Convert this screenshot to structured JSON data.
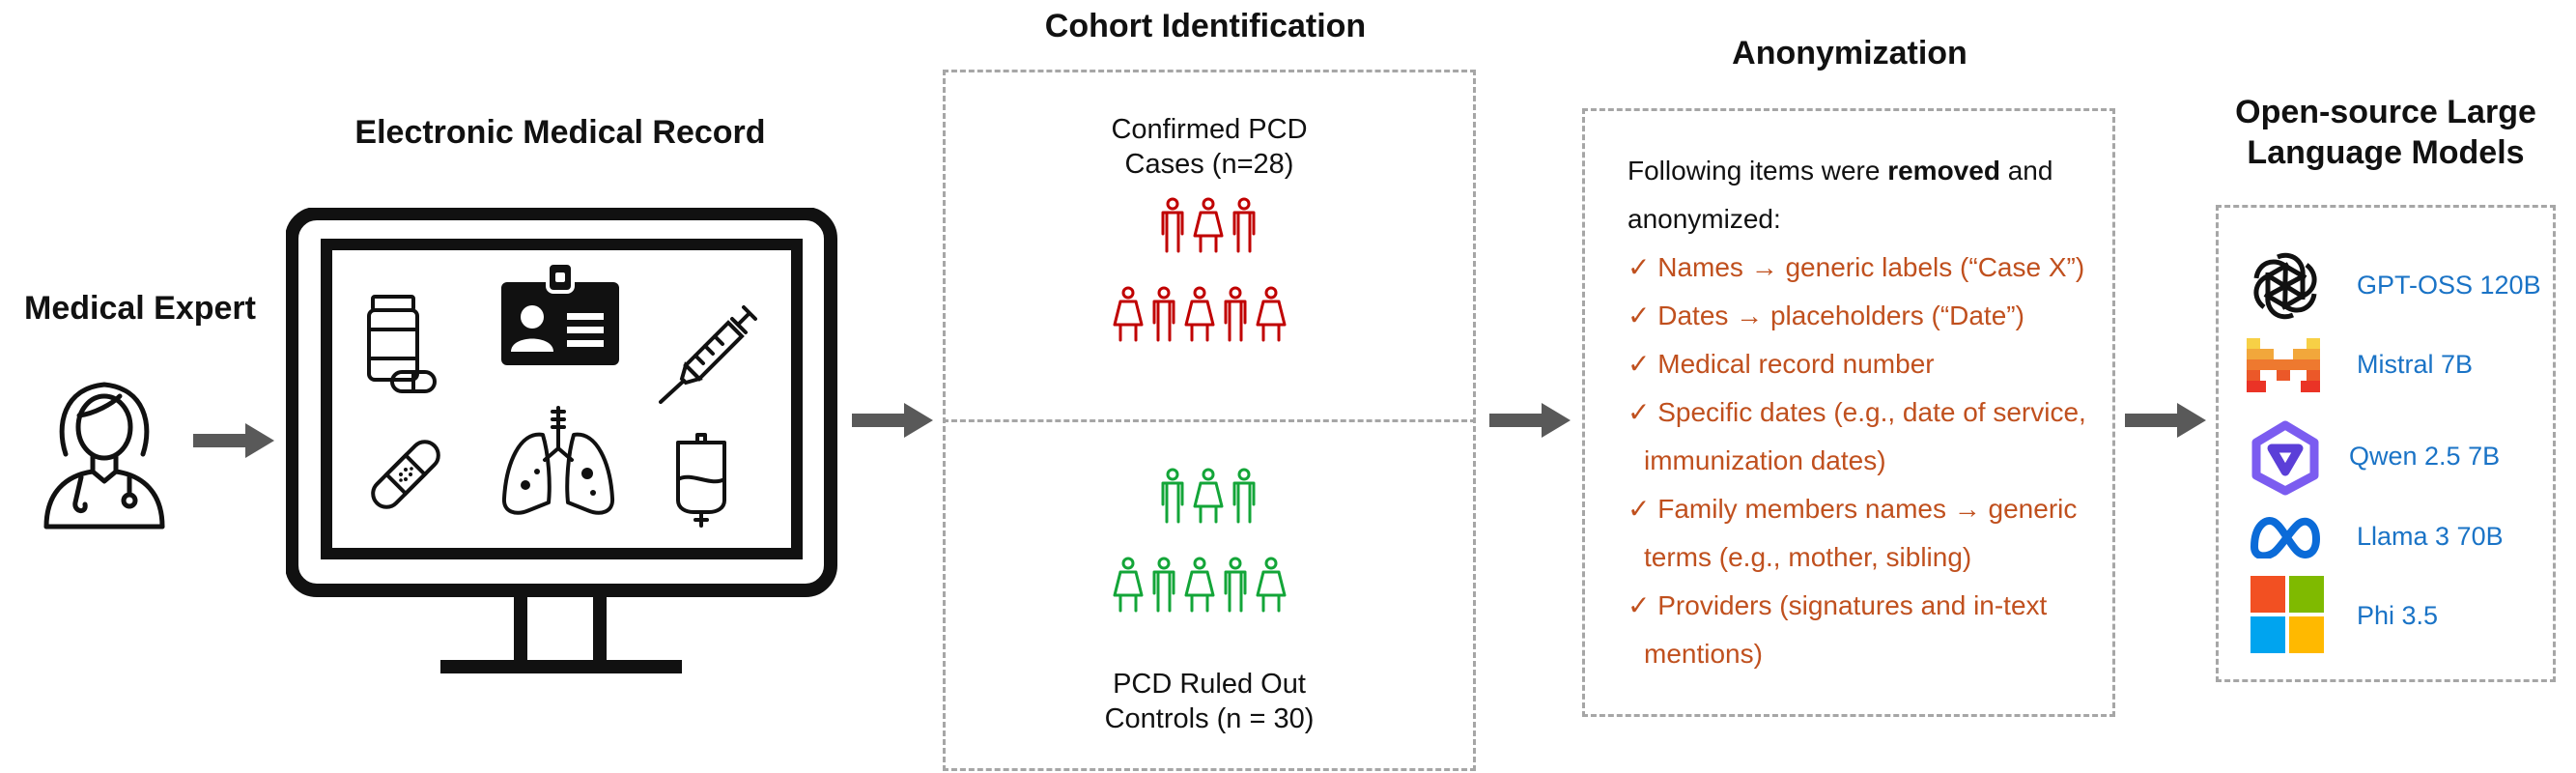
{
  "titles": {
    "medical_expert": "Medical Expert",
    "emr": "Electronic Medical Record",
    "cohort": "Cohort Identification",
    "anonymization": "Anonymization",
    "llm_line1": "Open-source Large",
    "llm_line2": "Language Models"
  },
  "cohort": {
    "cases_line1": "Confirmed PCD",
    "cases_line2": "Cases (n=28)",
    "controls_line1": "PCD Ruled Out",
    "controls_line2": "Controls (n = 30)",
    "case_color": "#c00000",
    "control_color": "#13a538"
  },
  "anonymization": {
    "intro_pre": "Following items were ",
    "intro_bold": "removed",
    "intro_post": " and",
    "intro_line2": "anonymized:",
    "items": [
      "✓ Names → generic labels (“Case X”)",
      "✓ Dates → placeholders (“Date”)",
      "✓ Medical record number",
      "✓  Specific dates (e.g., date of service,",
      "immunization dates)",
      "✓ Family members names → generic",
      "terms (e.g., mother, sibling)",
      "✓ Providers (signatures and in-text",
      "mentions)"
    ],
    "item_color": "#c0501e"
  },
  "llms": [
    {
      "name": "GPT-OSS 120B",
      "icon": "openai-icon"
    },
    {
      "name": "Mistral 7B",
      "icon": "mistral-icon"
    },
    {
      "name": "Qwen 2.5 7B",
      "icon": "qwen-icon"
    },
    {
      "name": "Llama 3 70B",
      "icon": "meta-icon"
    },
    {
      "name": "Phi 3.5",
      "icon": "microsoft-icon"
    }
  ],
  "colors": {
    "arrow": "#595959",
    "border": "#a6a6a6",
    "llm_text": "#1a73c6"
  }
}
